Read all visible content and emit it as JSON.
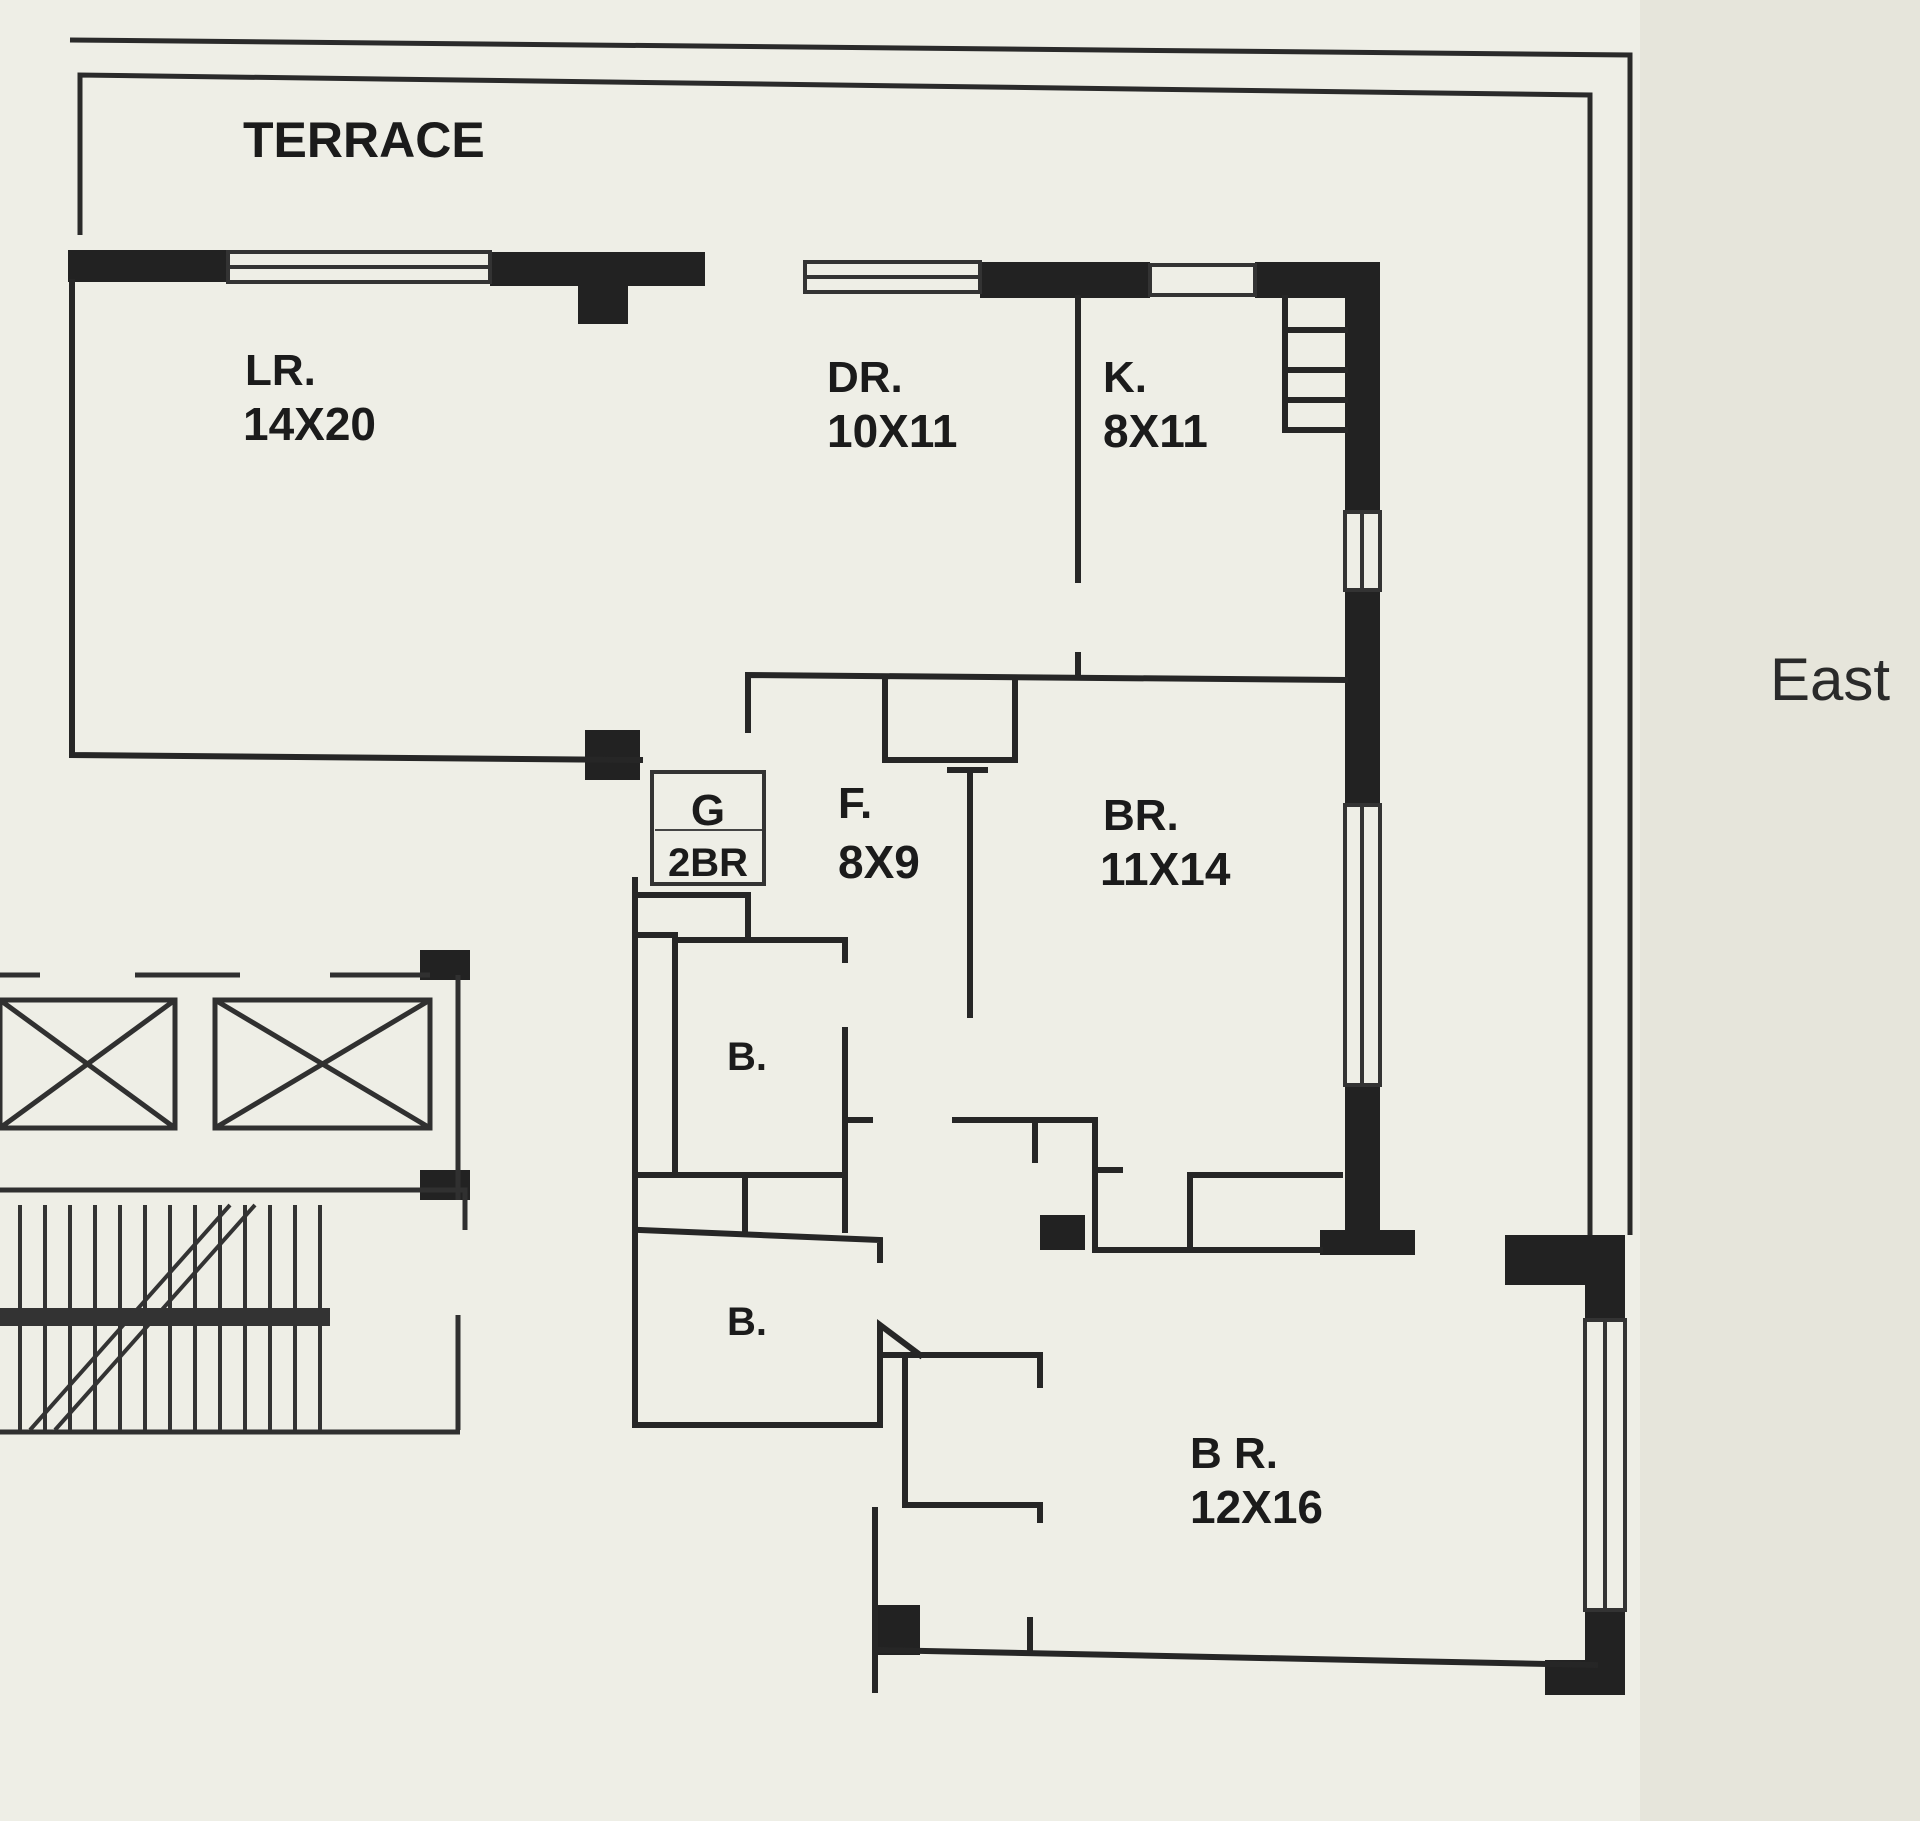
{
  "plan": {
    "terrace_label": "TERRACE",
    "rooms": [
      {
        "id": "living-room",
        "name": "LR.",
        "size": "14X20"
      },
      {
        "id": "dining-room",
        "name": "DR.",
        "size": "10X11"
      },
      {
        "id": "kitchen",
        "name": "K.",
        "size": "8X11"
      },
      {
        "id": "foyer",
        "name": "F.",
        "size": "8X9"
      },
      {
        "id": "bedroom-1",
        "name": "BR.",
        "size": "11X14"
      },
      {
        "id": "bedroom-2",
        "name": "B R.",
        "size": "12X16"
      },
      {
        "id": "bath-1",
        "name": "B.",
        "size": ""
      },
      {
        "id": "bath-2",
        "name": "B.",
        "size": ""
      }
    ],
    "unit_tag": {
      "line1": "G",
      "line2": "2BR"
    },
    "orientation_label": "East"
  },
  "colors": {
    "background": "#e9e8df",
    "paper": "#eeeee6",
    "wall": "#222222",
    "text": "#1b1b1b"
  }
}
